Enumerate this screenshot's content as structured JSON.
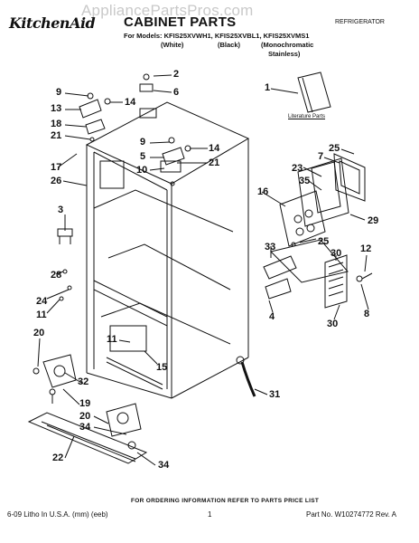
{
  "watermark": "AppliancePartsPros.com",
  "brand": "KitchenAid",
  "title": "CABINET PARTS",
  "category": "REFRIGERATOR",
  "models_line": "For Models: KFIS25XVWH1, KFIS25XVBL1, KFIS25XVMS1",
  "variants": [
    "(White)",
    "(Black)",
    "(Monochromatic",
    "Stainless)"
  ],
  "literature_label": "Literature Parts",
  "callouts": [
    "2",
    "6",
    "9",
    "14",
    "13",
    "18",
    "21",
    "17",
    "26",
    "9",
    "14",
    "5",
    "21",
    "10",
    "1",
    "25",
    "7",
    "23",
    "35",
    "16",
    "29",
    "3",
    "25",
    "33",
    "30",
    "12",
    "28",
    "24",
    "11",
    "4",
    "8",
    "30",
    "20",
    "11",
    "15",
    "32",
    "31",
    "19",
    "20",
    "34",
    "22",
    "34"
  ],
  "order_note": "FOR ORDERING INFORMATION REFER TO PARTS PRICE LIST",
  "footer": {
    "left": "6-09 Litho In U.S.A. (mm) (eeb)",
    "center": "1",
    "right": "Part No. W10274772 Rev. A"
  }
}
